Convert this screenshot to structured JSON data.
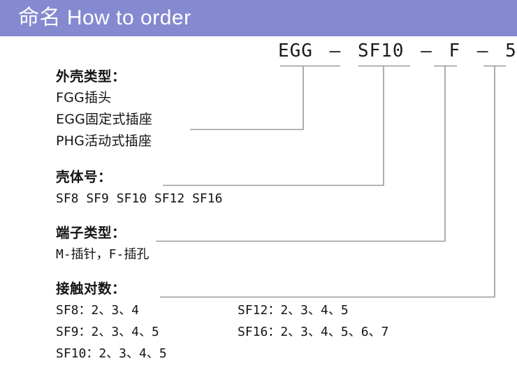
{
  "header": {
    "title": "命名 How to order",
    "band_color": "#8589d0",
    "text_color": "#ffffff"
  },
  "part_number": {
    "segments": [
      "EGG",
      "SF10",
      "F",
      "5"
    ],
    "separator": "–",
    "full": "EGG – SF10 – F – 5"
  },
  "blocks": [
    {
      "id": "shell-type",
      "title": "外壳类型：",
      "lines": [
        "FGG插头",
        "EGG固定式插座",
        "PHG活动式插座"
      ]
    },
    {
      "id": "shell-size",
      "title": "壳体号：",
      "lines": [
        "SF8  SF9  SF10  SF12  SF16"
      ]
    },
    {
      "id": "contact-type",
      "title": "端子类型：",
      "lines": [
        "M-插针，F-插孔"
      ]
    },
    {
      "id": "contact-pairs",
      "title": "接触对数：",
      "rows": [
        {
          "left": "SF8：2、3、4",
          "right": "SF12：2、3、4、5"
        },
        {
          "left": "SF9：2、3、4、5",
          "right": "SF16：2、3、4、5、6、7"
        },
        {
          "left": "SF10：2、3、4、5",
          "right": ""
        }
      ]
    }
  ],
  "leader_lines": {
    "color": "#9a9a9a",
    "description": "four bracket leaders connecting each part-number segment down to its explanation block"
  }
}
